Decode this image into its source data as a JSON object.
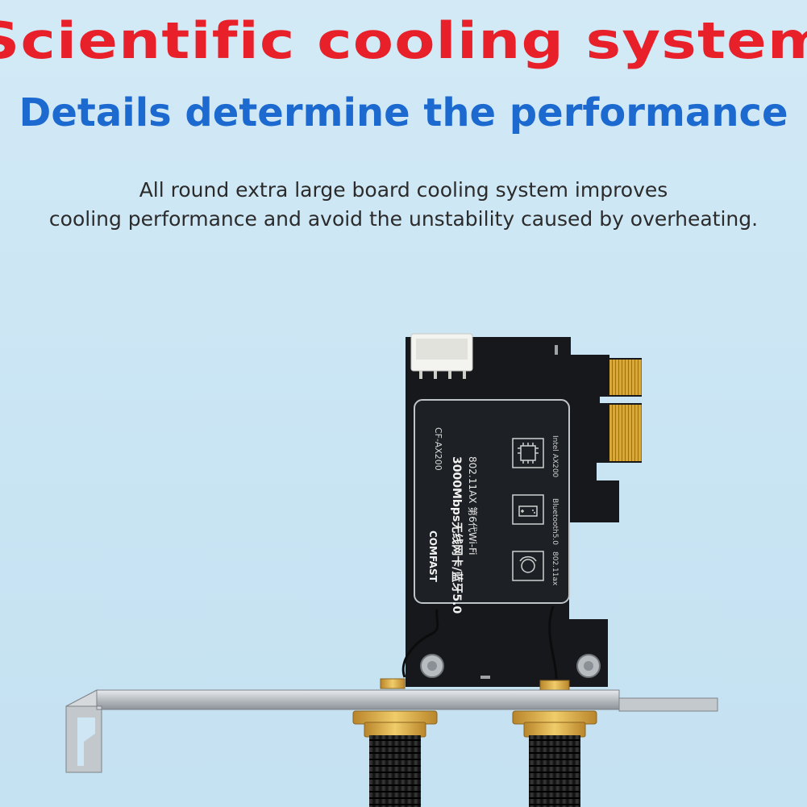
{
  "header": {
    "title": "Scientific cooling system",
    "subtitle": "Details determine the performance",
    "description_lines": [
      "All round extra large board cooling system improves",
      "cooling performance and avoid the unstability caused by overheating."
    ]
  },
  "card_label": {
    "model": "CF-AX200",
    "speed_line": "3000Mbps无线网卡/蓝牙5.0",
    "standard_line": "802.11AX 第6代Wi-Fi",
    "brand": "COMFAST",
    "chip": "Intel AX200",
    "bluetooth": "Bluetooth5.0",
    "wifi": "802.11ax"
  },
  "colors": {
    "headline": "#e8202a",
    "subheadline": "#1c6ad0",
    "background": "#cfe7f4",
    "pcb": "#16181b",
    "gold": "#d9a83a"
  }
}
